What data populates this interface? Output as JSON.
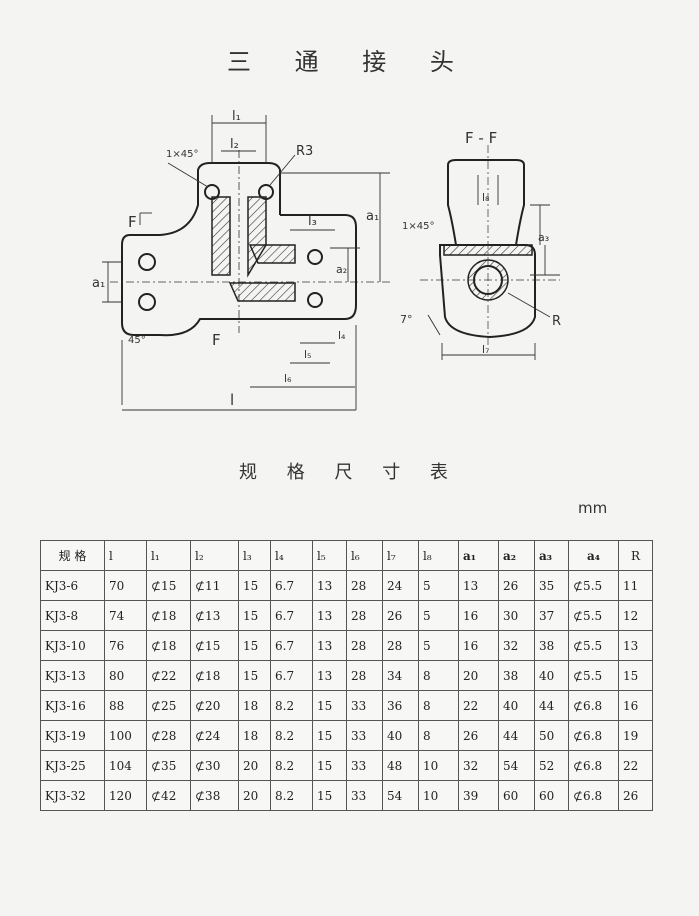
{
  "title": "三 通 接 头",
  "drawing": {
    "labels": {
      "l1": "l₁",
      "l2": "l₂",
      "l3": "l₃",
      "l4": "l₄",
      "l5": "l₅",
      "l6": "l₆",
      "l7": "l₇",
      "l8": "l₈",
      "l": "l",
      "a1_left": "a₁",
      "a1_right": "a₁",
      "a2": "a₂",
      "a3": "a₃",
      "chamfer_left": "1×45°",
      "chamfer_right": "1×45°",
      "r3": "R3",
      "r": "R",
      "angle45": "45°",
      "angle7": "7°",
      "f_top": "F",
      "f_bottom": "F",
      "section": "F - F"
    }
  },
  "table_title": "规 格 尺 寸 表",
  "unit": "mm",
  "table": {
    "headers": [
      "规 格",
      "l",
      "l₁",
      "l₂",
      "l₃",
      "l₄",
      "l₅",
      "l₆",
      "l₇",
      "l₈",
      "a₁",
      "a₂",
      "a₃",
      "a₄",
      "R"
    ],
    "rows": [
      [
        "KJ3-6",
        "70",
        "⊄15",
        "⊄11",
        "15",
        "6.7",
        "13",
        "28",
        "24",
        "5",
        "13",
        "26",
        "35",
        "⊄5.5",
        "11"
      ],
      [
        "KJ3-8",
        "74",
        "⊄18",
        "⊄13",
        "15",
        "6.7",
        "13",
        "28",
        "26",
        "5",
        "16",
        "30",
        "37",
        "⊄5.5",
        "12"
      ],
      [
        "KJ3-10",
        "76",
        "⊄18",
        "⊄15",
        "15",
        "6.7",
        "13",
        "28",
        "28",
        "5",
        "16",
        "32",
        "38",
        "⊄5.5",
        "13"
      ],
      [
        "KJ3-13",
        "80",
        "⊄22",
        "⊄18",
        "15",
        "6.7",
        "13",
        "28",
        "34",
        "8",
        "20",
        "38",
        "40",
        "⊄5.5",
        "15"
      ],
      [
        "KJ3-16",
        "88",
        "⊄25",
        "⊄20",
        "18",
        "8.2",
        "15",
        "33",
        "36",
        "8",
        "22",
        "40",
        "44",
        "⊄6.8",
        "16"
      ],
      [
        "KJ3-19",
        "100",
        "⊄28",
        "⊄24",
        "18",
        "8.2",
        "15",
        "33",
        "40",
        "8",
        "26",
        "44",
        "50",
        "⊄6.8",
        "19"
      ],
      [
        "KJ3-25",
        "104",
        "⊄35",
        "⊄30",
        "20",
        "8.2",
        "15",
        "33",
        "48",
        "10",
        "32",
        "54",
        "52",
        "⊄6.8",
        "22"
      ],
      [
        "KJ3-32",
        "120",
        "⊄42",
        "⊄38",
        "20",
        "8.2",
        "15",
        "33",
        "54",
        "10",
        "39",
        "60",
        "60",
        "⊄6.8",
        "26"
      ]
    ]
  }
}
